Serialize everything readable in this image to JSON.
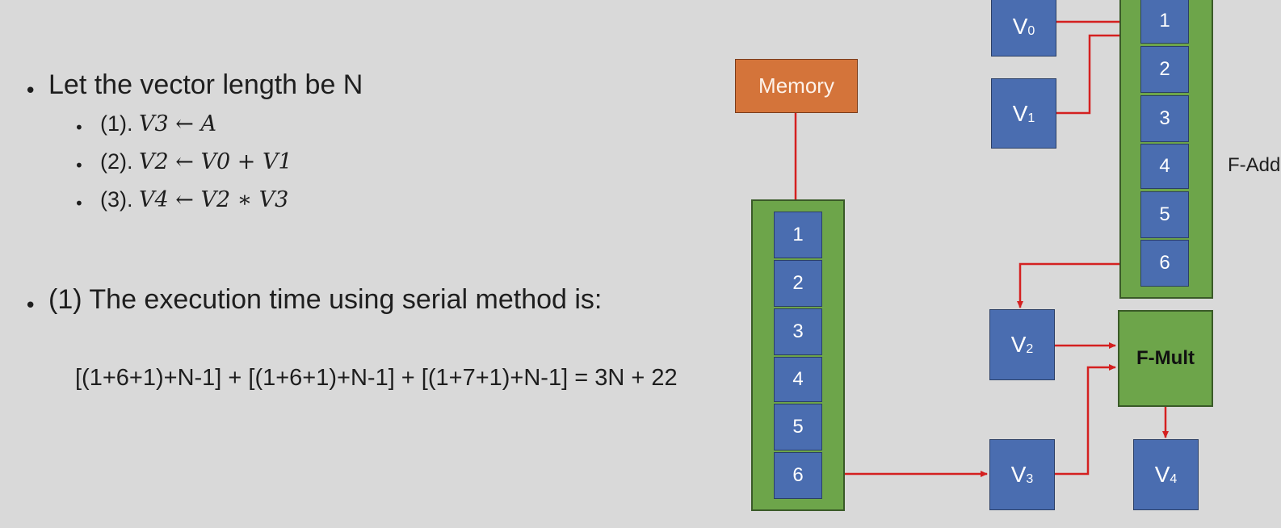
{
  "bullets": {
    "main1": "Let the vector length be N",
    "sub": [
      "(1). ",
      "(2). ",
      "(3). "
    ],
    "sub_math": [
      "V3 ← A",
      "V2 ← V0 + V1",
      "V4 ← V2  ∗ V3"
    ],
    "main2": "(1) The execution time using serial method is:",
    "formula": "[(1+6+1)+N-1] + [(1+6+1)+N-1] + [(1+7+1)+N-1] =  3N + 22"
  },
  "diagram": {
    "memory_label": "Memory",
    "mem_pipe_stages": [
      "1",
      "2",
      "3",
      "4",
      "5",
      "6"
    ],
    "add_pipe_stages": [
      "1",
      "2",
      "3",
      "4",
      "5",
      "6"
    ],
    "add_label": "F-Add",
    "mult_label": "F-Mult",
    "registers": {
      "v0": "V",
      "v0_sub": "0",
      "v1": "V",
      "v1_sub": "1",
      "v2": "V",
      "v2_sub": "2",
      "v3": "V",
      "v3_sub": "3",
      "v4": "V",
      "v4_sub": "4"
    }
  },
  "colors": {
    "background": "#d9d9d9",
    "memory": "#d4743a",
    "register": "#4a6db0",
    "pipeline": "#6da54a",
    "arrow": "#d42020"
  }
}
